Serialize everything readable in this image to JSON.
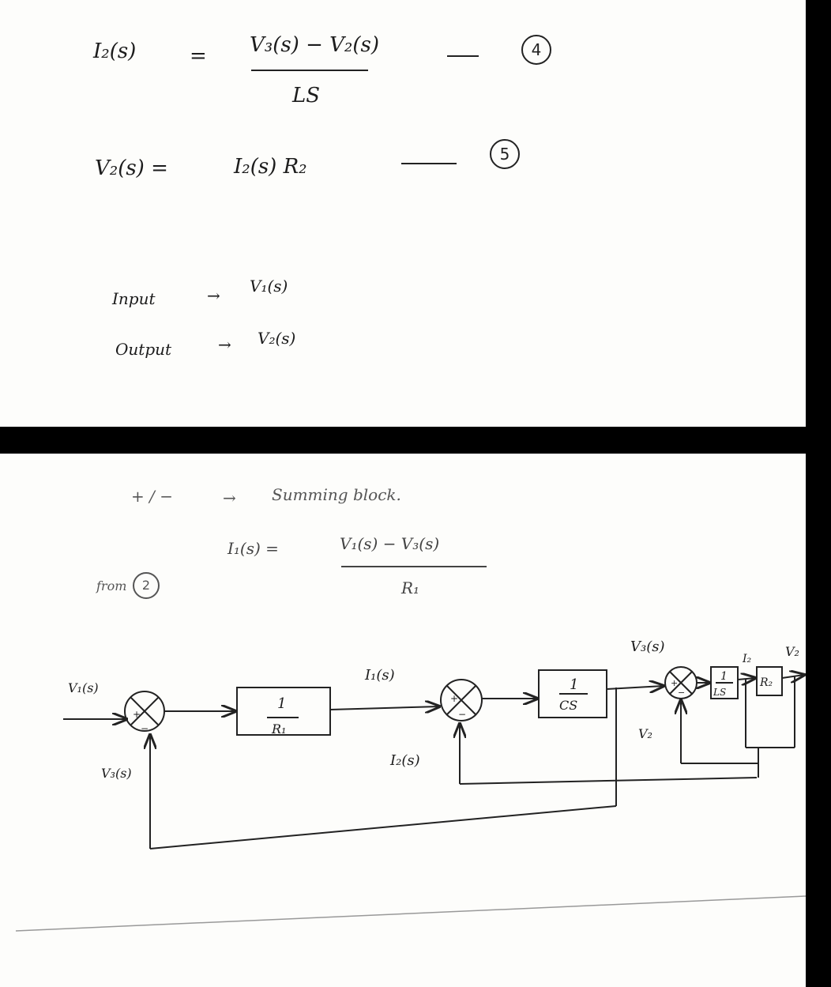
{
  "top_page": {
    "eq4": {
      "lhs": "I₂(s)",
      "equals": "=",
      "numerator": "V₃(s) − V₂(s)",
      "denominator": "LS",
      "dash": "—",
      "number": "4"
    },
    "eq5": {
      "lhs": "V₂(s) =",
      "rhs": "I₂(s) R₂",
      "dash": "—",
      "number": "5"
    },
    "input_line": {
      "label": "Input",
      "arrow": "→",
      "value": "V₁(s)"
    },
    "output_line": {
      "label": "Output",
      "arrow": "→",
      "value": "V₂(s)"
    }
  },
  "bottom_page": {
    "summing_note": {
      "signs": "+ / −",
      "arrow": "→",
      "text": "Summing block."
    },
    "from_note": {
      "text": "from",
      "ref": "2"
    },
    "eq_i1": {
      "lhs": "I₁(s) =",
      "numerator": "V₁(s) − V₃(s)",
      "denominator": "R₁"
    },
    "diagram": {
      "input_label": "V₁(s)",
      "feedback_label": "V₃(s)",
      "block_r1": {
        "numerator": "1",
        "denominator": "R₁"
      },
      "i1_label": "I₁(s)",
      "i2_label": "I₂(s)",
      "block_cs": {
        "numerator": "1",
        "denominator": "CS"
      },
      "v3_label": "V₃(s)",
      "v2_feedback_label": "V₂",
      "block_ls": {
        "numerator": "1",
        "denominator": "LS"
      },
      "i2_short": "I₂",
      "block_r2": "R₂",
      "output_label": "V₂",
      "sign_plus": "+",
      "sign_minus": "−"
    }
  }
}
